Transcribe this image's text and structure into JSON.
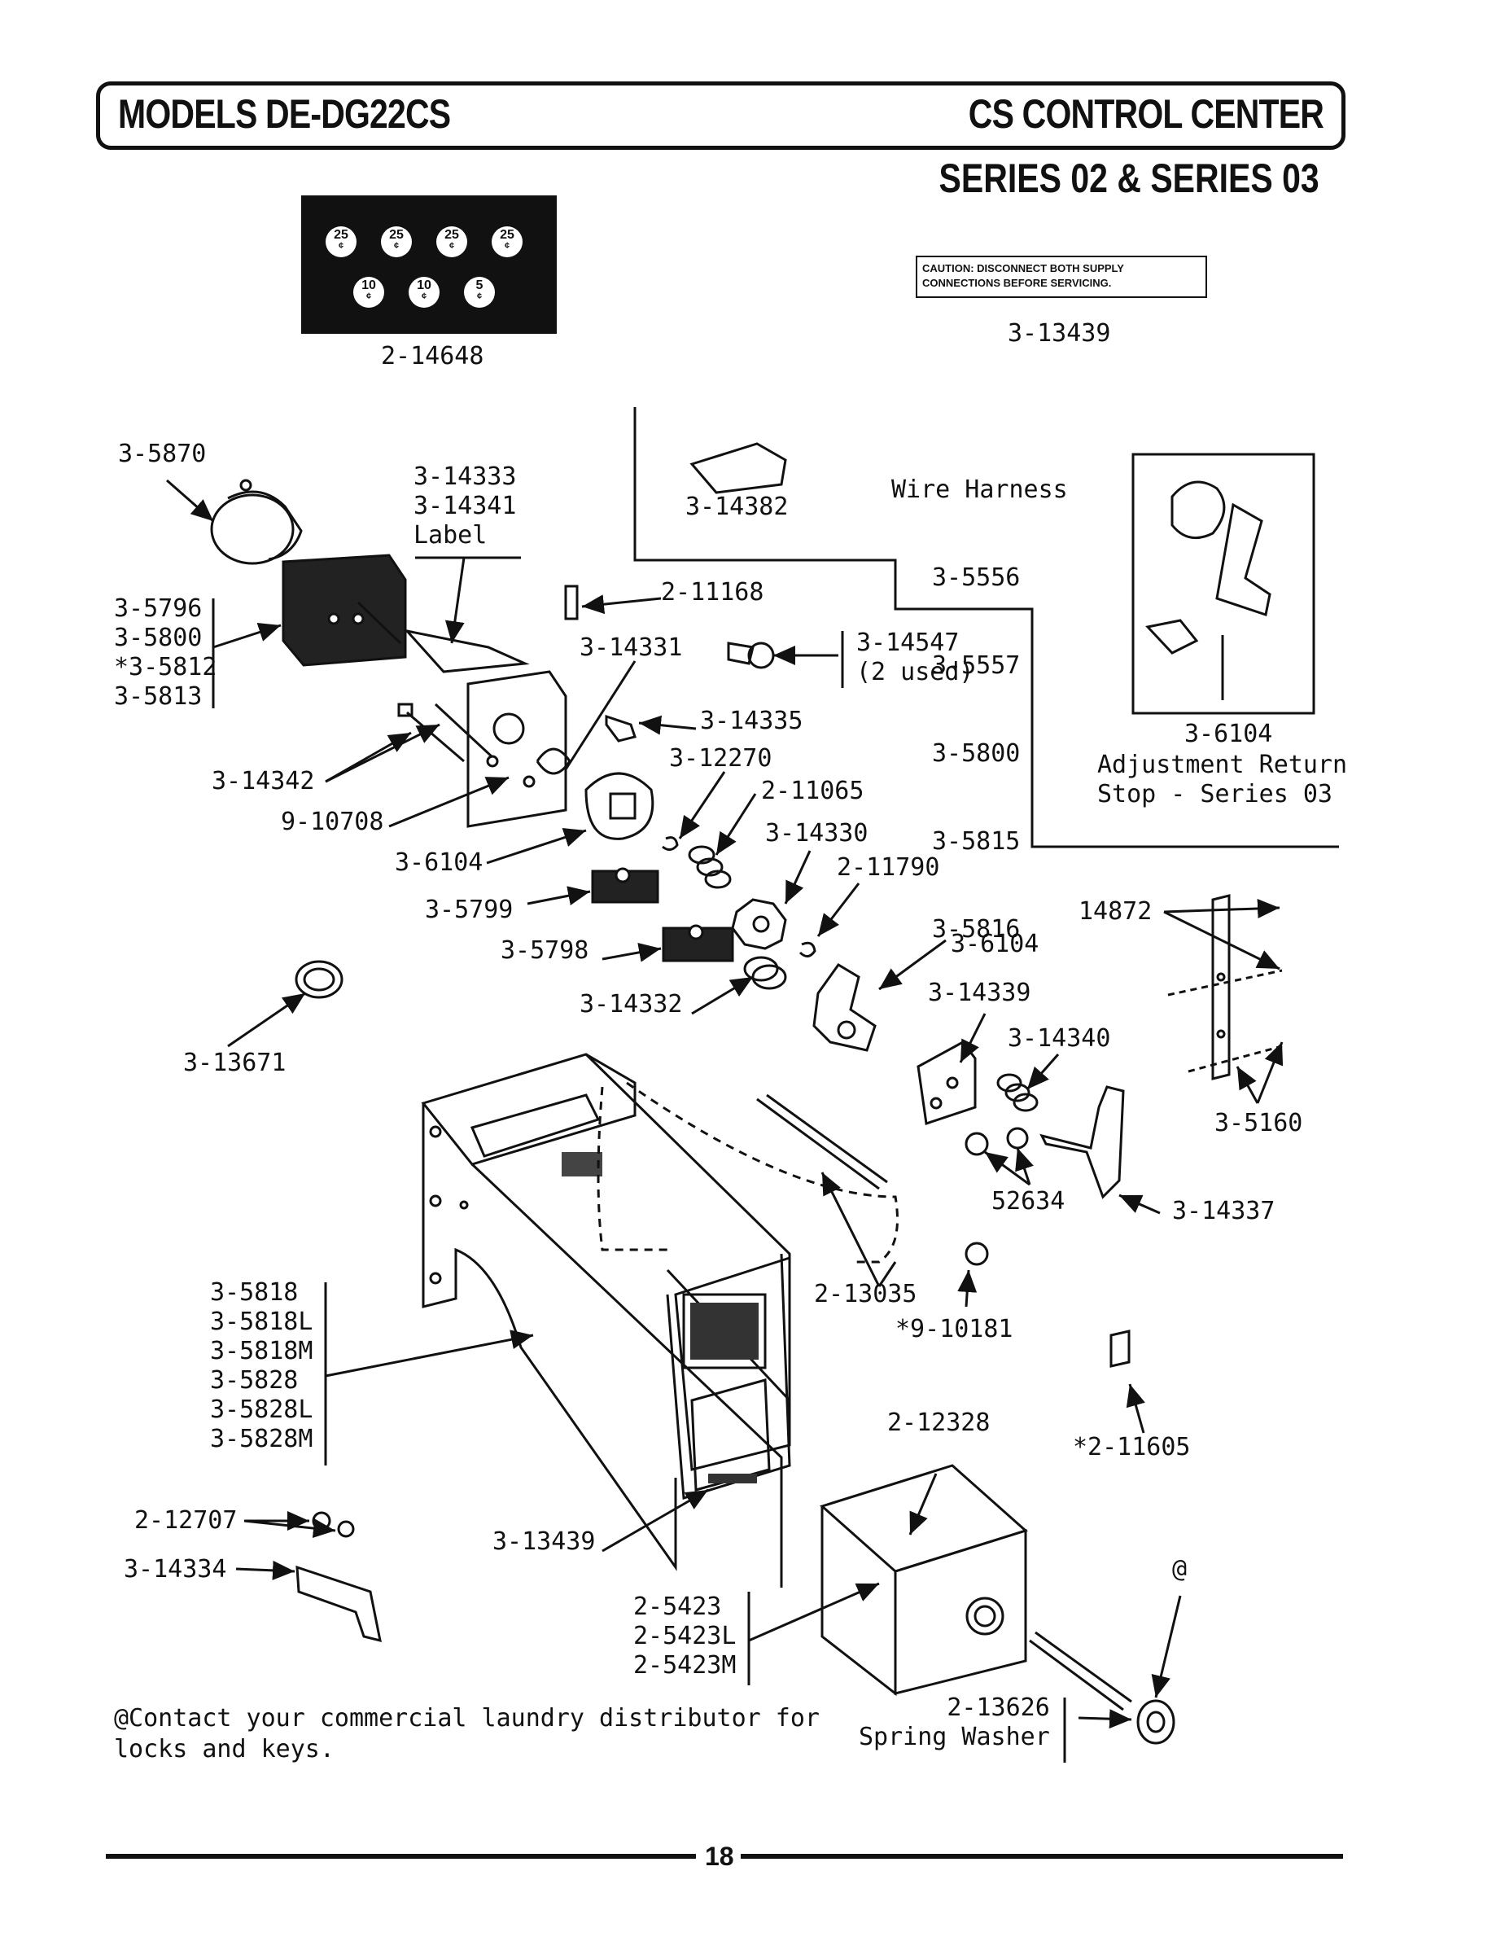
{
  "header": {
    "models": "MODELS DE-DG22CS",
    "section": "CS CONTROL CENTER",
    "series": "SERIES 02 & SERIES 03"
  },
  "coin_label": {
    "coins": [
      "25",
      "25",
      "25",
      "25",
      "10",
      "10",
      "5"
    ],
    "cent": "¢",
    "part": "2-14648"
  },
  "caution": {
    "text": "CAUTION: DISCONNECT BOTH SUPPLY CONNECTIONS BEFORE SERVICING.",
    "part": "3-13439"
  },
  "wire_harness": {
    "title": "Wire Harness",
    "parts": [
      "3-5556",
      "3-5557",
      "3-5800",
      "3-5815",
      "3-5816"
    ]
  },
  "inset": {
    "part": "3-6104",
    "caption": "Adjustment Return\nStop - Series 03"
  },
  "labels": {
    "p3_5870": "3-5870",
    "group_label": "3-14333\n3-14341\nLabel",
    "p3_14382": "3-14382",
    "p2_11168": "2-11168",
    "p3_14331": "3-14331",
    "p3_14547": "3-14547\n(2 used)",
    "group_switch": "3-5796\n3-5800\n*3-5812\n3-5813",
    "p3_14335": "3-14335",
    "p3_12270": "3-12270",
    "p2_11065": "2-11065",
    "p3_14330": "3-14330",
    "p2_11790": "2-11790",
    "p3_14342": "3-14342",
    "p9_10708": "9-10708",
    "p3_6104_a": "3-6104",
    "p3_5799": "3-5799",
    "p3_5798": "3-5798",
    "p3_14332": "3-14332",
    "p3_6104_b": "3-6104",
    "p3_14339": "3-14339",
    "p3_14340": "3-14340",
    "p14872": "14872",
    "p3_5160": "3-5160",
    "p3_13671": "3-13671",
    "p52634": "52634",
    "p3_14337": "3-14337",
    "group_housing": "3-5818\n3-5818L\n3-5818M\n3-5828\n3-5828L\n3-5828M",
    "p2_13035": "2-13035",
    "p9_10181": "*9-10181",
    "p2_11605": "*2-11605",
    "p2_12328": "2-12328",
    "p2_12707": "2-12707",
    "p3_14334": "3-14334",
    "p3_13439": "3-13439",
    "at_sign": "@",
    "group_box": "2-5423\n2-5423L\n2-5423M",
    "p2_13626": "2-13626\nSpring Washer"
  },
  "footnote": "@Contact your commercial laundry distributor for\nlocks and keys.",
  "page_number": "18"
}
